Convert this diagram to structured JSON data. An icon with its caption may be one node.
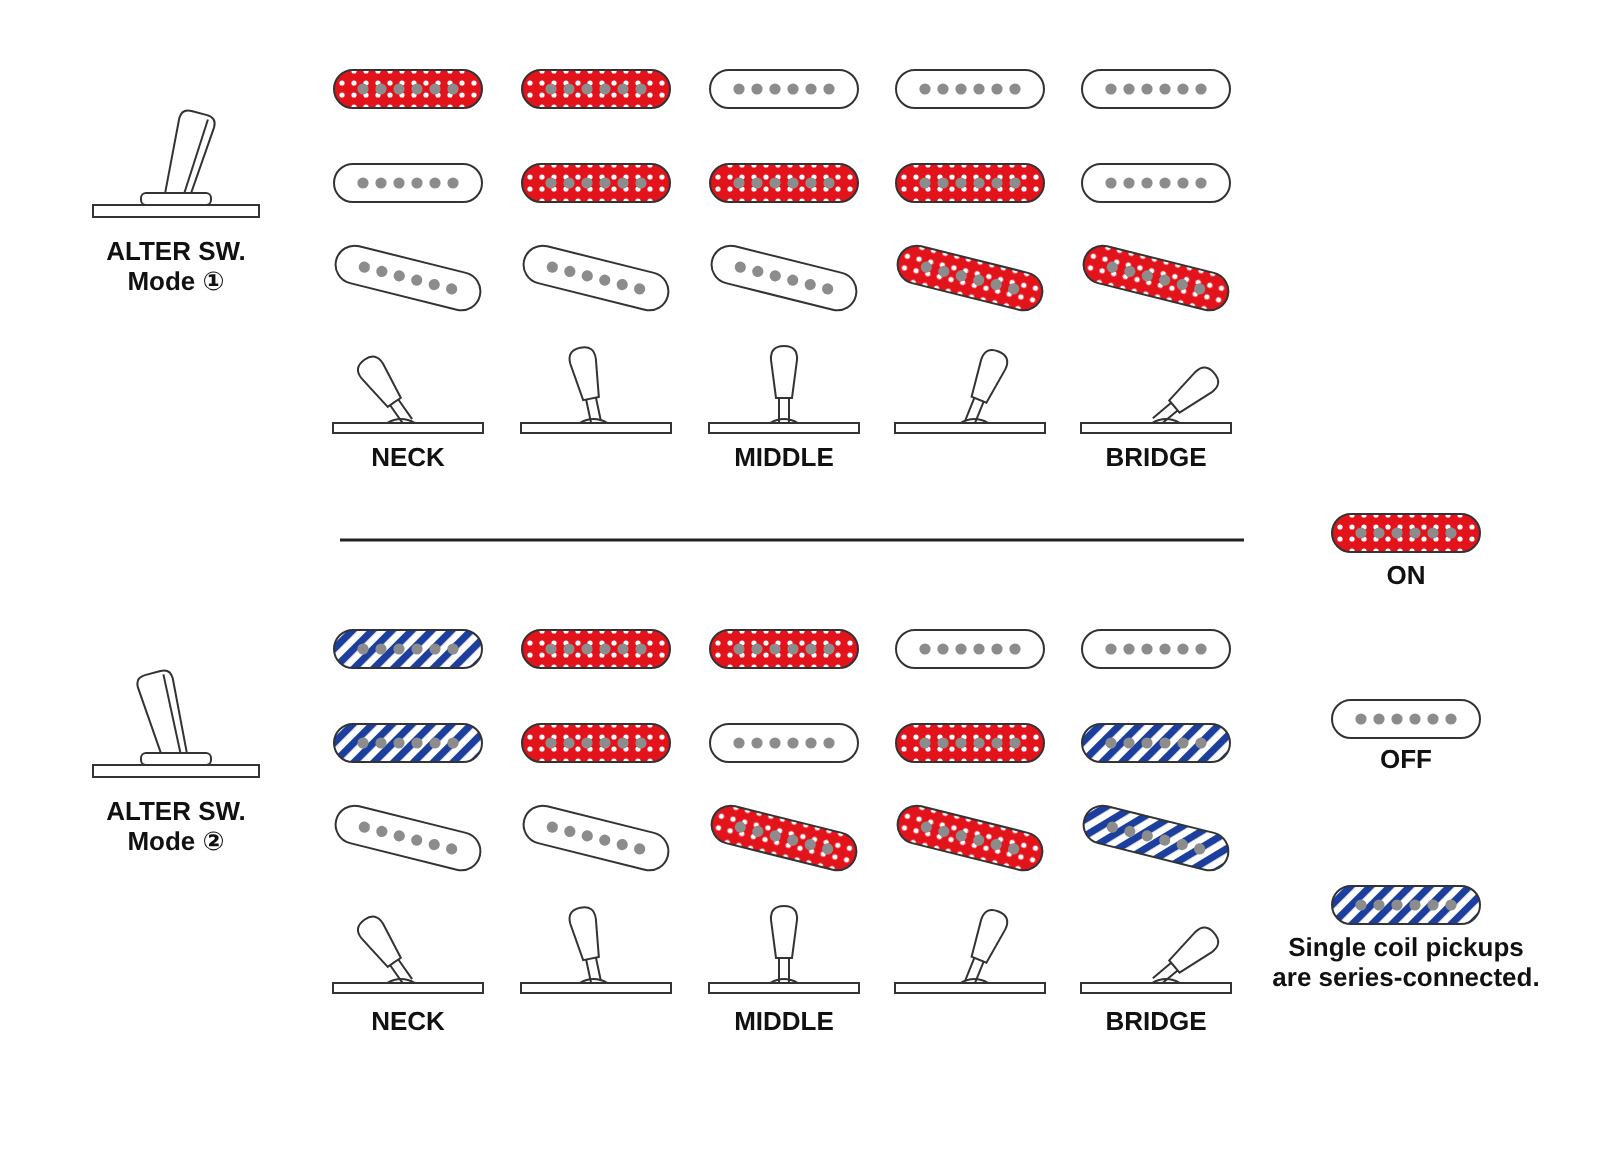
{
  "diagram": {
    "labels": [
      "ALTER SW. Mode ①",
      "NECK",
      "MIDDLE",
      "BRIDGE",
      "ALTER SW. Mode ②",
      "NECK",
      "MIDDLE",
      "BRIDGE"
    ],
    "legend": [
      {
        "text": "ON"
      },
      {
        "text": "OFF"
      },
      {
        "text": "Single coil pickups are series-connected."
      }
    ]
  }
}
